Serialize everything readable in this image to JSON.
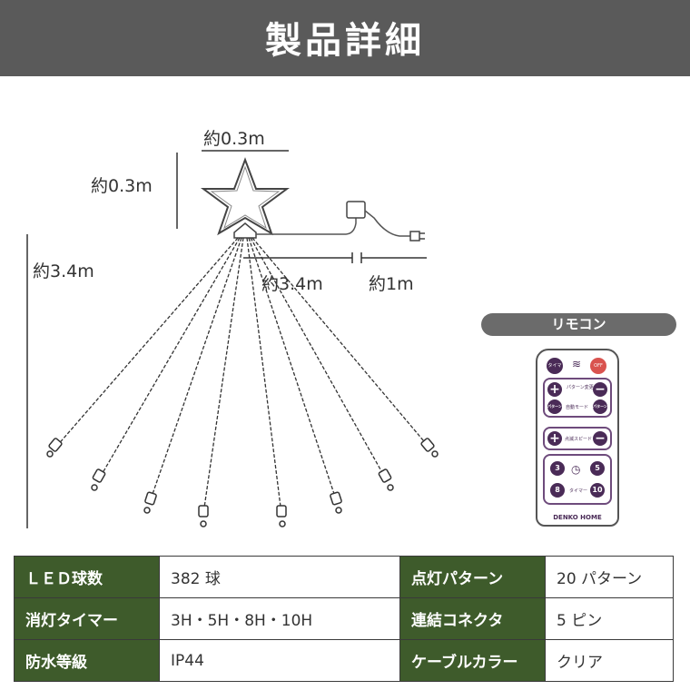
{
  "header": {
    "title": "製品詳細"
  },
  "dimensions": {
    "star_width": "約0.3m",
    "star_height": "約0.3m",
    "strand_length": "約3.4m",
    "lead_cable": "約3.4m",
    "plug_cable": "約1m"
  },
  "remote": {
    "title": "リモコン",
    "timer_off": "タイマーOFF",
    "off": "OFF",
    "pattern_change": "パターン変更",
    "pattern_left": "パターン↓",
    "pattern_right": "パターン↑",
    "auto_mode": "自動モード",
    "speed": "点滅スピード",
    "timer_label": "タイマー",
    "timer_3": "3",
    "timer_5": "5",
    "timer_8": "8",
    "timer_10": "10",
    "brand": "DENKO HOME"
  },
  "specs": [
    {
      "label": "ＬＥＤ球数",
      "value": "382 球",
      "label2": "点灯パターン",
      "value2": "20 パターン"
    },
    {
      "label": "消灯タイマー",
      "value": "3H・5H・8H・10H",
      "label2": "連結コネクタ",
      "value2": "5 ピン"
    },
    {
      "label": "防水等級",
      "value": "IP44",
      "label2": "ケーブルカラー",
      "value2": "クリア"
    }
  ],
  "colors": {
    "header_bg": "#5a5a5a",
    "label_bg": "#3e5b2b",
    "remote_accent": "#4a2b57",
    "off_red": "#d9534f"
  }
}
